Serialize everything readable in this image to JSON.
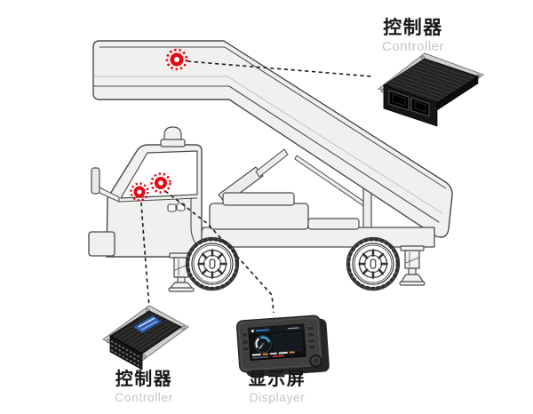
{
  "diagram": {
    "type": "component-installation-diagram",
    "subject": "passenger-boarding-stairs-truck",
    "markers": [
      {
        "id": "stair-platform-marker"
      },
      {
        "id": "cab-left-marker"
      },
      {
        "id": "cab-right-marker"
      }
    ],
    "connections": [
      {
        "from": "stair-platform-marker",
        "to": "controller_top",
        "style": "dashed"
      },
      {
        "from": "cab-left-marker",
        "to": "controller_bottom",
        "style": "dashed"
      },
      {
        "from": "cab-right-marker",
        "to": "display",
        "style": "dashed"
      }
    ]
  },
  "devices": {
    "controller_top": {
      "label_zh": "控制器",
      "label_en": "Controller"
    },
    "controller_bottom": {
      "label_zh": "控制器",
      "label_en": "Controller"
    },
    "display": {
      "label_zh": "显示屏",
      "label_en": "Displayer"
    }
  },
  "colors": {
    "marker_red": "#e30613",
    "vehicle_fill": "#f0f0ee",
    "vehicle_stroke": "#4a4a4a",
    "label_text": "#161616",
    "label_subtext": "#c5c5c5",
    "device_body": "#1f1f1e",
    "device_flange": "#cfcfcc",
    "sticker_blue": "#2e5fae",
    "screen_accent_cyan": "#35b6e8",
    "screen_accent_orange": "#e8842a",
    "screen_accent_red": "#c23434"
  }
}
